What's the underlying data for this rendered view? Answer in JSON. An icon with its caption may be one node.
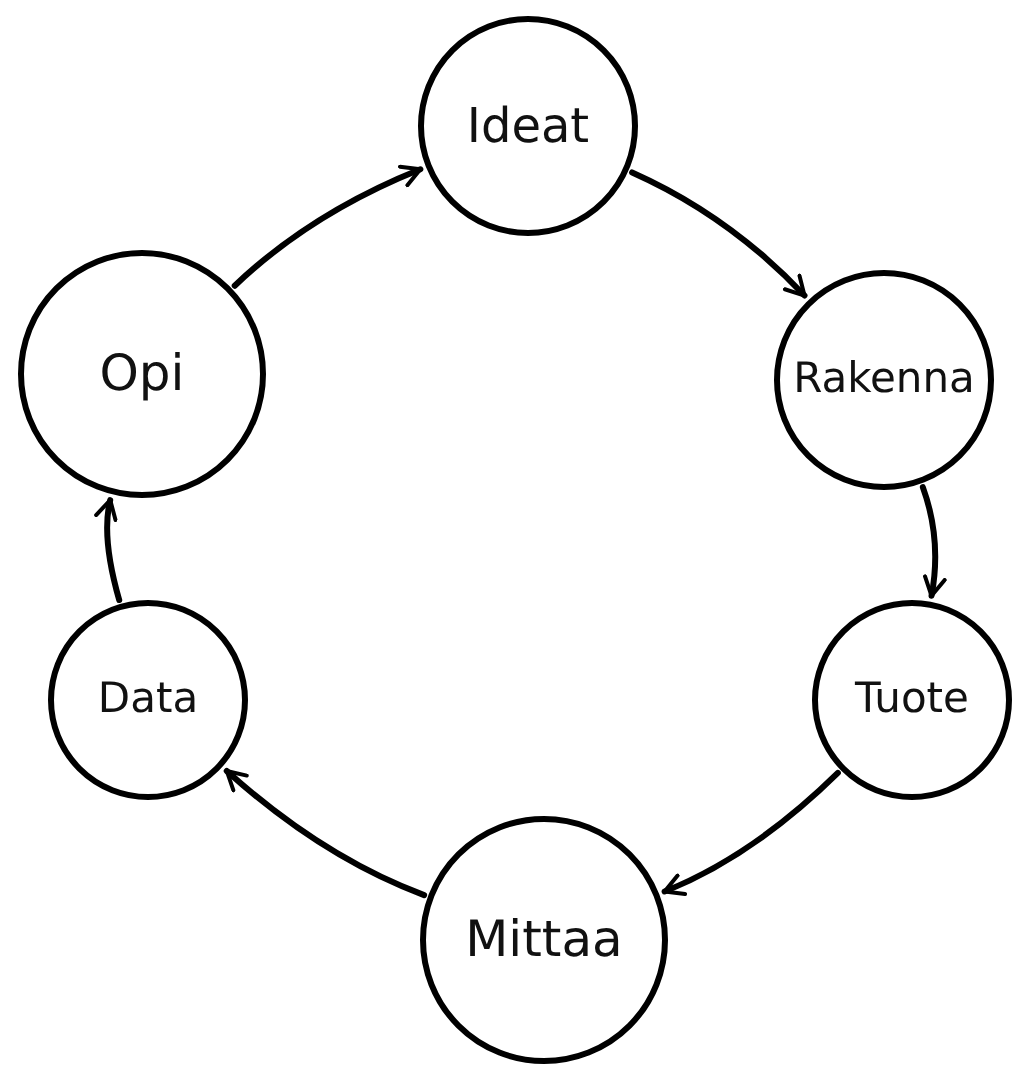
{
  "diagram": {
    "nodes": [
      {
        "text": [
          "Ideat"
        ]
      },
      {
        "text": [
          "Rakenna"
        ]
      },
      {
        "text": [
          "Tuote"
        ]
      },
      {
        "text": [
          "Mittaa"
        ]
      },
      {
        "text": [
          "Data"
        ]
      },
      {
        "text": [
          "Opi"
        ]
      }
    ],
    "edges": [
      {
        "from": 5,
        "to": 0,
        "arrow": "to"
      },
      {
        "from": 0,
        "to": 1,
        "arrow": "to"
      },
      {
        "from": 1,
        "to": 2,
        "arrow": "to"
      },
      {
        "from": 2,
        "to": 3,
        "arrow": "to"
      },
      {
        "from": 3,
        "to": 4,
        "arrow": "to"
      },
      {
        "from": 4,
        "to": 5,
        "arrow": "to"
      }
    ]
  }
}
